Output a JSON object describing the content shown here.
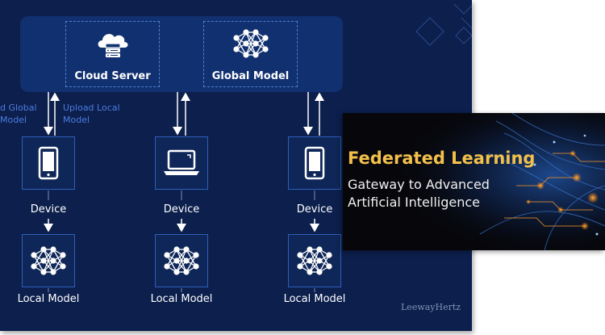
{
  "diagram": {
    "server_label": "Cloud Server",
    "global_model_label": "Global Model",
    "download_label": "d Global\nModel",
    "upload_label": "Upload Local\nModel",
    "devices": [
      {
        "label": "Device",
        "icon": "phone-icon",
        "model_label": "Local Model"
      },
      {
        "label": "Device",
        "icon": "laptop-icon",
        "model_label": "Local Model"
      },
      {
        "label": "Device",
        "icon": "phone-icon",
        "model_label": "Local Model"
      }
    ],
    "brand": "LeewayHertz",
    "colors": {
      "background": "#0c1f4d",
      "panel": "#11306f",
      "accent": "#4d7ce0"
    }
  },
  "banner": {
    "title": "Federated Learning",
    "subtitle_line1": "Gateway to Advanced",
    "subtitle_line2": "Artificial Intelligence",
    "colors": {
      "title": "#f2c04b",
      "background": "#07070b"
    }
  }
}
